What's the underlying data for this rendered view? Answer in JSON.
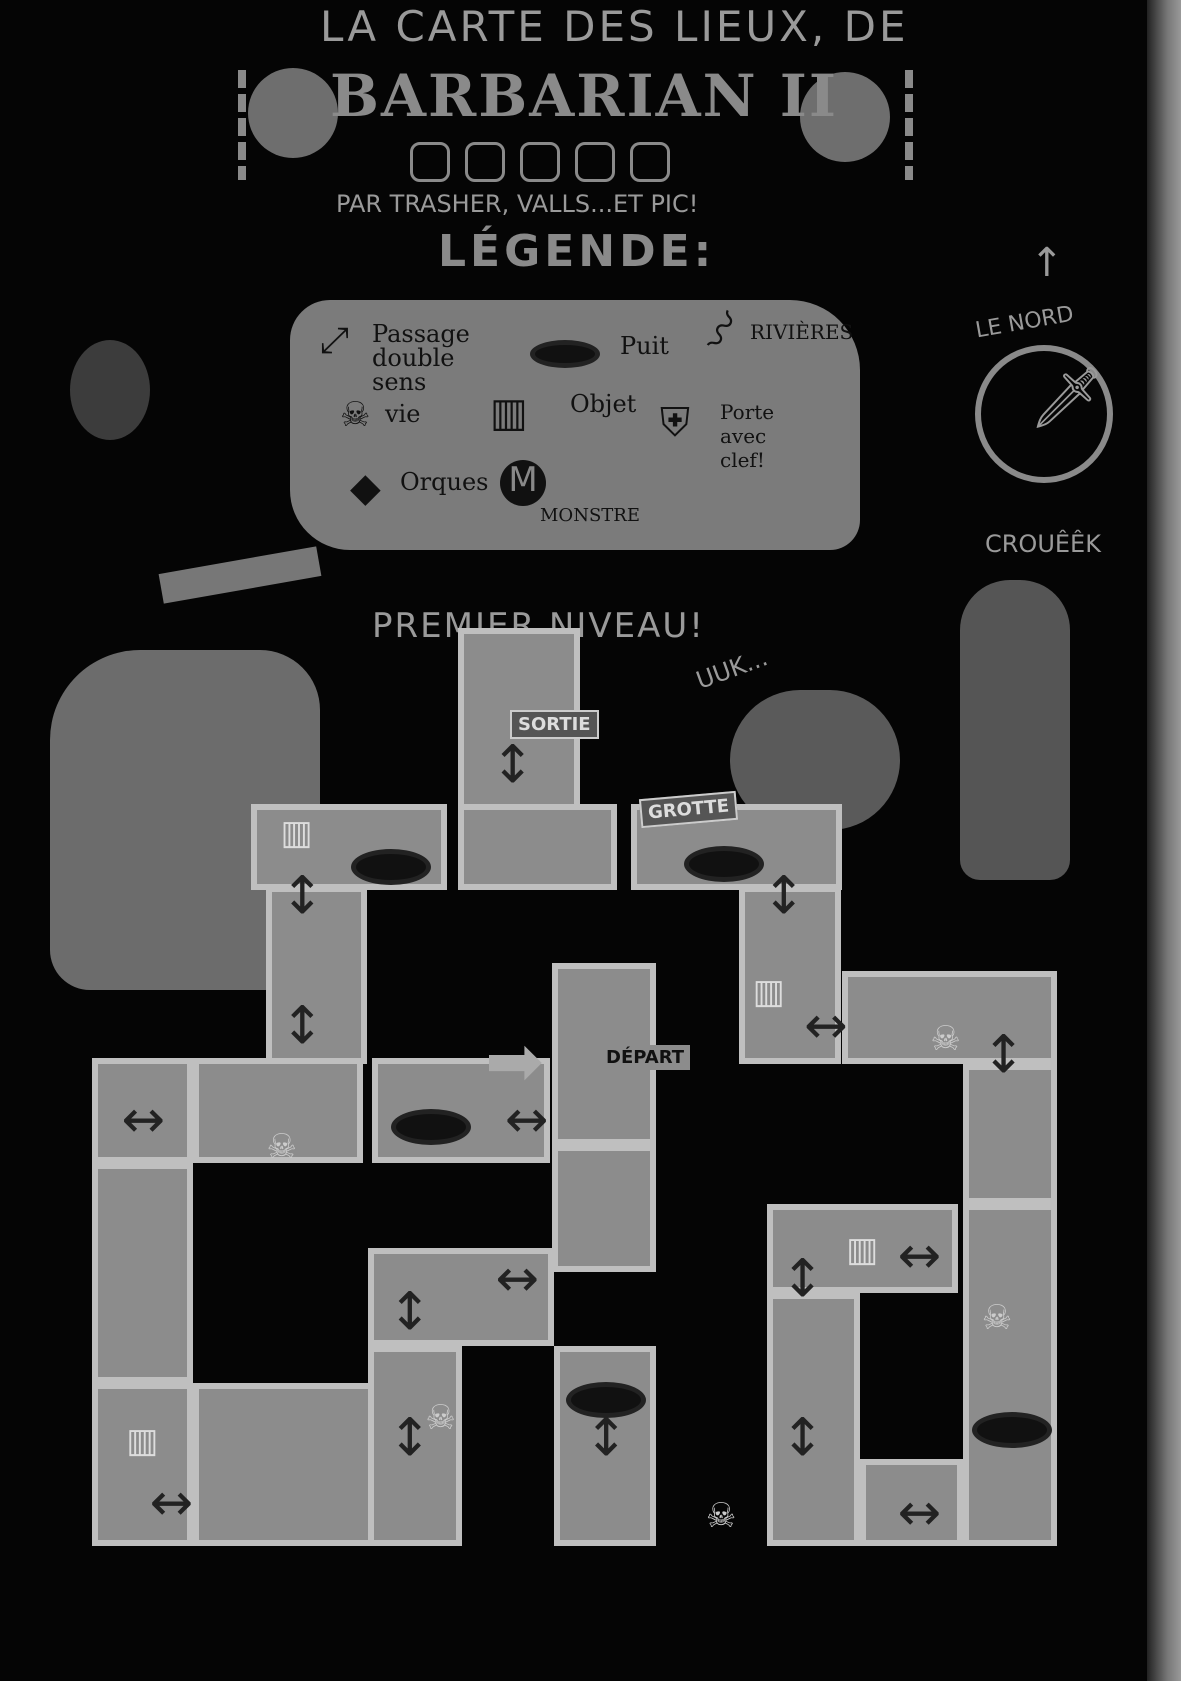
{
  "header": {
    "title": "LA CARTE DES LIEUX, DE",
    "logo": "BARBARIAN II",
    "credits": "PAR TRASHER, VALLS...ET PIC!"
  },
  "legend": {
    "title": "LÉGENDE:",
    "items": {
      "passage": "Passage double sens",
      "puit": "Puit",
      "rivieres": "RIVIÈRES",
      "vie": "vie",
      "objet": "Objet",
      "porte": "Porte avec clef!",
      "orques": "Orques",
      "monstre": "MONSTRE"
    }
  },
  "compass": {
    "label": "LE NORD"
  },
  "captions": {
    "crouek": "CROUÊÊK",
    "level": "PREMIER NIVEAU!",
    "uuk": "UUK...",
    "grotte": "GROTTE"
  },
  "map": {
    "exit": "SORTIE",
    "start": "DÉPART"
  },
  "colors": {
    "background": "#050505",
    "room": "#8c8c8c",
    "wall": "#bfbfbf"
  }
}
